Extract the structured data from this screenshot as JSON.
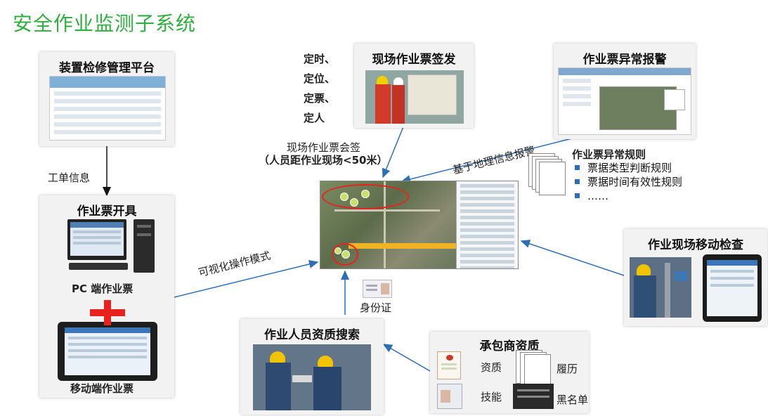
{
  "title": "安全作业监测子系统",
  "panels": {
    "platform": "装置检修管理平台",
    "ticket_issue": "现场作业票签发",
    "abnormal_alarm": "作业票异常报警",
    "ticket_open": "作业票开具",
    "mobile_check": "作业现场移动检查",
    "personnel_search": "作业人员资质搜索",
    "contractor": "承包商资质"
  },
  "labels": {
    "pc_ticket": "PC 端作业票",
    "mobile_ticket": "移动端作业票",
    "work_order": "工单信息",
    "visual_mode": "可视化操作模式",
    "geo_alarm": "基于地理信息报警",
    "countersign": "现场作业票会签",
    "countersign_note": "（人员距作业现场<50米）",
    "id_card": "身份证",
    "qualification": "资质",
    "resume": "履历",
    "skill": "技能",
    "blacklist": "黑名单"
  },
  "four_fix": [
    "定时、",
    "定位、",
    "定票、",
    "定人"
  ],
  "rules": {
    "title": "作业票异常规则",
    "items": [
      "票据类型判断规则",
      "票据时间有效性规则",
      "……"
    ]
  },
  "colors": {
    "title_green": "#2eaf3e",
    "arrow_blue": "#2d6fb5",
    "alert_red": "#e8231f"
  }
}
